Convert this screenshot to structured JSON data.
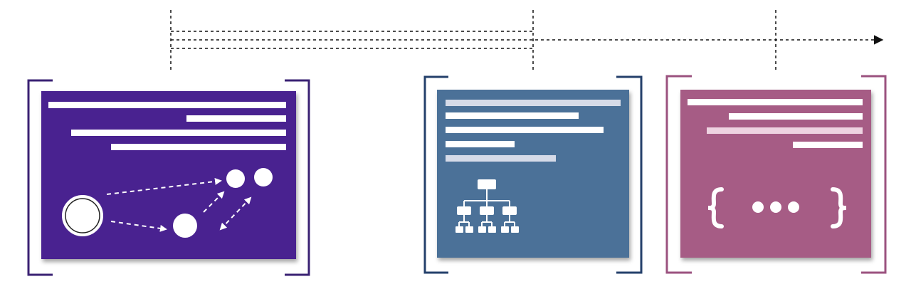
{
  "diagram": {
    "colors": {
      "card1": "#4a2490",
      "card1_bracket": "#3a2173",
      "card2": "#4b7198",
      "card2_bracket": "#24406b",
      "card3": "#a65b85",
      "card3_bracket": "#9b527f",
      "line_solid": "#ffffff",
      "line_faded": "#d6dbe8",
      "timeline": "#111111"
    },
    "timeline": {
      "style": "dotted",
      "direction": "right",
      "marks": 3
    },
    "cards": [
      {
        "name": "card-1",
        "text_lines": 4,
        "icon": "graph-nodes-icon"
      },
      {
        "name": "card-2",
        "text_lines": 5,
        "icon": "hierarchy-tree-icon"
      },
      {
        "name": "card-3",
        "text_lines": 4,
        "icon": "curly-braces-ellipsis-icon"
      }
    ]
  }
}
